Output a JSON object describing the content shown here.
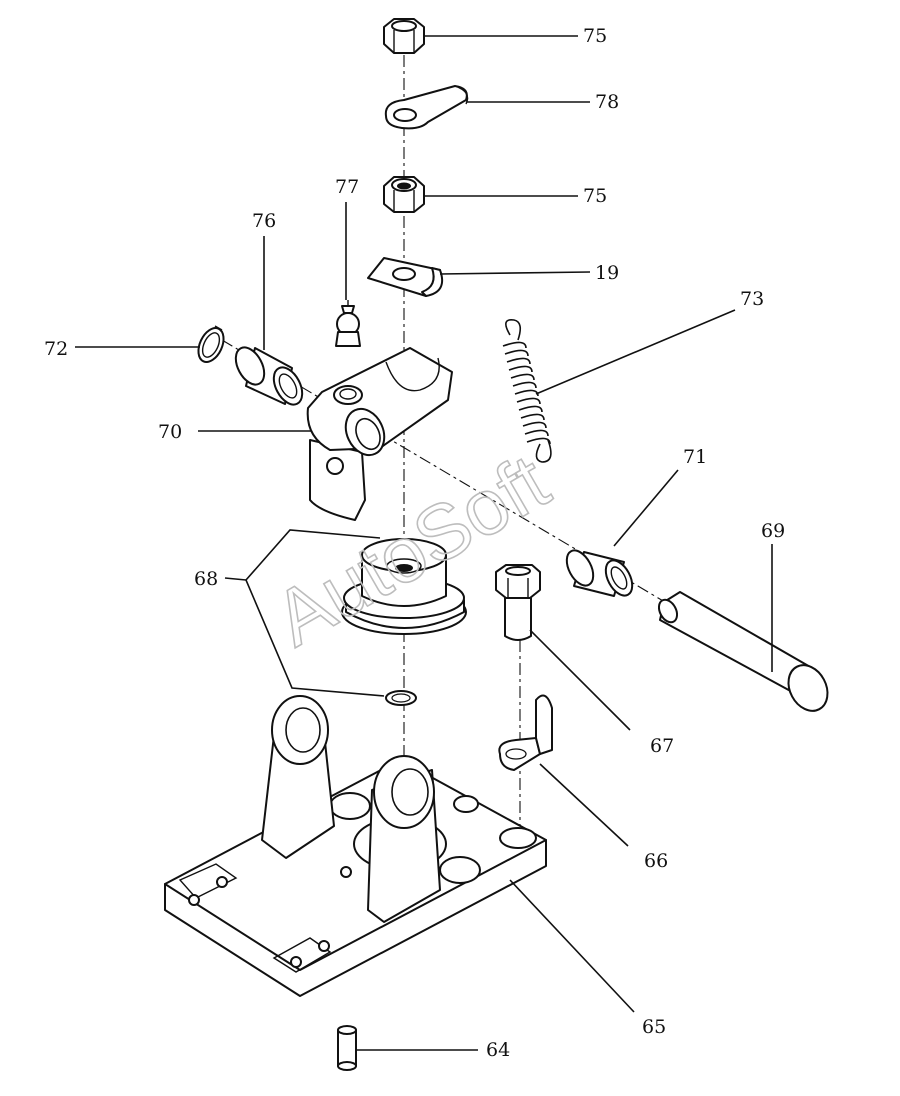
{
  "watermark": "AutoSoft",
  "callouts": [
    {
      "id": "c75a",
      "text": "75"
    },
    {
      "id": "c78",
      "text": "78"
    },
    {
      "id": "c77",
      "text": "77"
    },
    {
      "id": "c75b",
      "text": "75"
    },
    {
      "id": "c76",
      "text": "76"
    },
    {
      "id": "c19",
      "text": "19"
    },
    {
      "id": "c73",
      "text": "73"
    },
    {
      "id": "c72",
      "text": "72"
    },
    {
      "id": "c70",
      "text": "70"
    },
    {
      "id": "c71",
      "text": "71"
    },
    {
      "id": "c69",
      "text": "69"
    },
    {
      "id": "c68",
      "text": "68"
    },
    {
      "id": "c67",
      "text": "67"
    },
    {
      "id": "c66",
      "text": "66"
    },
    {
      "id": "c65",
      "text": "65"
    },
    {
      "id": "c64",
      "text": "64"
    }
  ]
}
